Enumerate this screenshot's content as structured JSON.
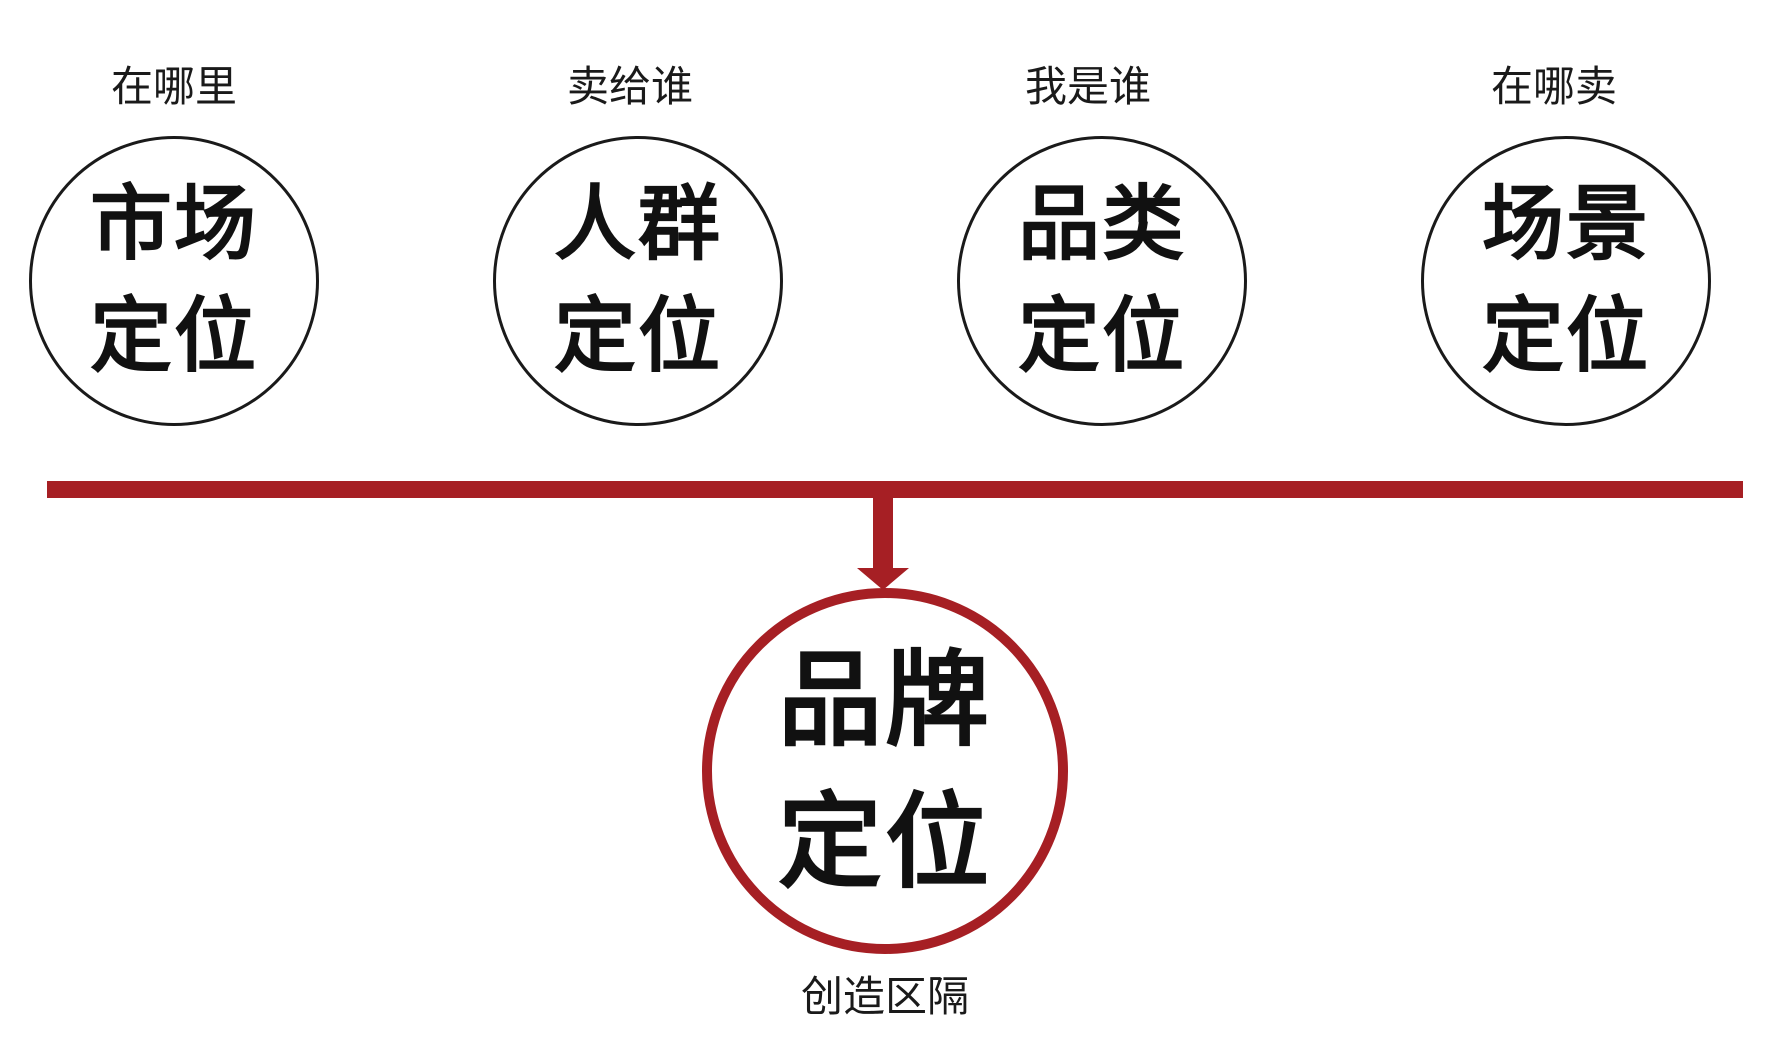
{
  "nodes": [
    {
      "question": "在哪里",
      "line1": "市场",
      "line2": "定位"
    },
    {
      "question": "卖给谁",
      "line1": "人群",
      "line2": "定位"
    },
    {
      "question": "我是谁",
      "line1": "品类",
      "line2": "定位"
    },
    {
      "question": "在哪卖",
      "line1": "场景",
      "line2": "定位"
    }
  ],
  "result": {
    "line1": "品牌",
    "line2": "定位",
    "caption": "创造区隔"
  },
  "colors": {
    "accent": "#a61f24",
    "text": "#111111",
    "outline": "#1a1a1a",
    "background": "#ffffff"
  }
}
